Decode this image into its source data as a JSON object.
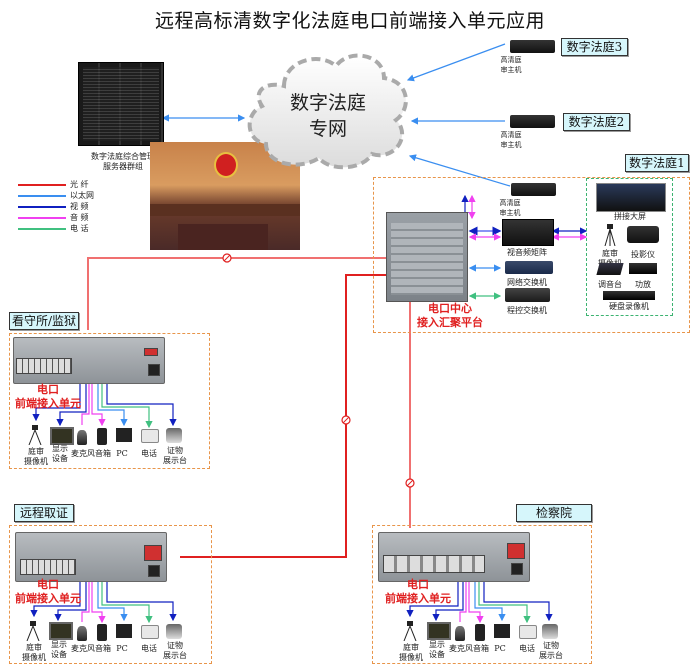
{
  "title": "远程高标清数字化法庭电口前端接入单元应用",
  "cloud": {
    "line1": "数字法庭",
    "line2": "专网"
  },
  "server_cluster": {
    "label_line1": "数字法庭综合管理",
    "label_line2": "服务器群组",
    "icon": "server-rack-icon"
  },
  "legend": [
    {
      "label": "光 纤",
      "color": "#e02020"
    },
    {
      "label": "以太网",
      "color": "#3a8ef0"
    },
    {
      "label": "视 频",
      "color": "#1020c0"
    },
    {
      "label": "音 频",
      "color": "#f040f0"
    },
    {
      "label": "电 话",
      "color": "#40c080"
    }
  ],
  "courtrooms": {
    "court3": {
      "label": "数字法庭3",
      "host_line1": "高清庭",
      "host_line2": "审主机"
    },
    "court2": {
      "label": "数字法庭2",
      "host_line1": "高清庭",
      "host_line2": "审主机"
    },
    "court1": {
      "label": "数字法庭1",
      "host_line1": "高清庭",
      "host_line2": "审主机",
      "matrix": "视音频矩阵",
      "network_switch": "网络交换机",
      "pbx": "程控交换机",
      "center_line1": "电口中心",
      "center_line2": "接入汇聚平台",
      "devices": {
        "video_wall": "拼接大屏",
        "camera_line1": "庭审",
        "camera_line2": "摄像机",
        "projector": "投影仪",
        "mixer": "调音台",
        "amplifier": "功放",
        "dvr": "硬盘录像机"
      }
    }
  },
  "sites": [
    {
      "label": "看守所/监狱",
      "unit_line1": "电口",
      "unit_line2": "前端接入单元"
    },
    {
      "label": "远程取证",
      "unit_line1": "电口",
      "unit_line2": "前端接入单元"
    },
    {
      "label": "检察院",
      "unit_line1": "电口",
      "unit_line2": "前端接入单元"
    }
  ],
  "site_devices": {
    "camera_line1": "庭审",
    "camera_line2": "摄像机",
    "display_line1": "显示",
    "display_line2": "设备",
    "microphone": "麦克风",
    "speaker": "音箱",
    "pc": "PC",
    "phone": "电话",
    "evidence_line1": "证物",
    "evidence_line2": "展示台"
  },
  "colors": {
    "fiber": "#e02020",
    "ethernet": "#3a8ef0",
    "video": "#1020c0",
    "audio": "#f040f0",
    "phone": "#40c080",
    "dash_box": "#e8954a",
    "label_box_bg": "#d6f6fb"
  }
}
